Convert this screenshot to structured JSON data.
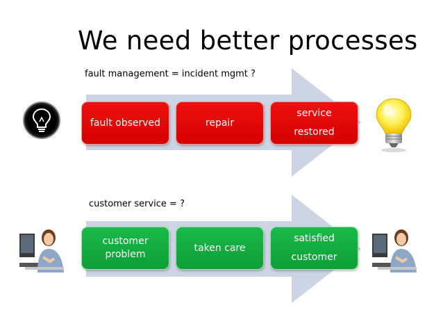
{
  "slide": {
    "title": "We need better processes"
  },
  "process_fault": {
    "caption": "fault management = incident mgmt ?",
    "steps": [
      {
        "lines": [
          "fault observed"
        ]
      },
      {
        "lines": [
          "repair"
        ]
      },
      {
        "lines": [
          "service",
          "restored"
        ]
      }
    ],
    "color": "#e60d0d",
    "start_icon": "dark-lightbulb-icon",
    "end_icon": "lit-lightbulb-icon"
  },
  "process_customer": {
    "caption": "customer service = ?",
    "steps": [
      {
        "lines": [
          "customer",
          "problem"
        ]
      },
      {
        "lines": [
          "taken care"
        ]
      },
      {
        "lines": [
          "satisfied",
          "customer"
        ]
      }
    ],
    "color": "#14ad41",
    "start_icon": "person-at-computer-icon",
    "end_icon": "person-at-computer-icon"
  },
  "arrow_color": "#cdd4e4"
}
